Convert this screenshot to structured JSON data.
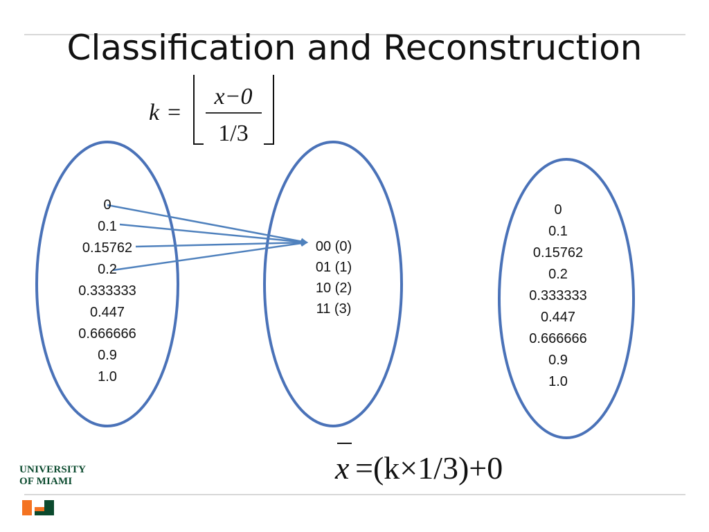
{
  "slide": {
    "title": "Classification and Reconstruction"
  },
  "formula_top": {
    "lhs": "k",
    "eq": "=",
    "numerator": "x−0",
    "denominator": "1/3"
  },
  "formula_bottom": {
    "xbar": "x",
    "rhs": "=(k×1/3)+0"
  },
  "left_values": [
    "0",
    "0.1",
    "0.15762",
    "0.2",
    "0.333333",
    "0.447",
    "0.666666",
    "0.9",
    "1.0"
  ],
  "middle_codes": [
    "00 (0)",
    "01 (1)",
    "10 (2)",
    "11 (3)"
  ],
  "right_values": [
    "0",
    "0.1",
    "0.15762",
    "0.2",
    "0.333333",
    "0.447",
    "0.666666",
    "0.9",
    "1.0"
  ],
  "arrows": {
    "from": [
      "0",
      "0.1",
      "0.15762",
      "0.2"
    ],
    "to": "00 (0)",
    "color": "#4f81bd"
  },
  "colors": {
    "ellipse_stroke": "#4a72b8",
    "logo_green": "#0b4a2e",
    "logo_orange": "#f47321"
  },
  "logo": {
    "line1": "UNIVERSITY",
    "line2": "OF MIAMI",
    "mark": "U"
  }
}
